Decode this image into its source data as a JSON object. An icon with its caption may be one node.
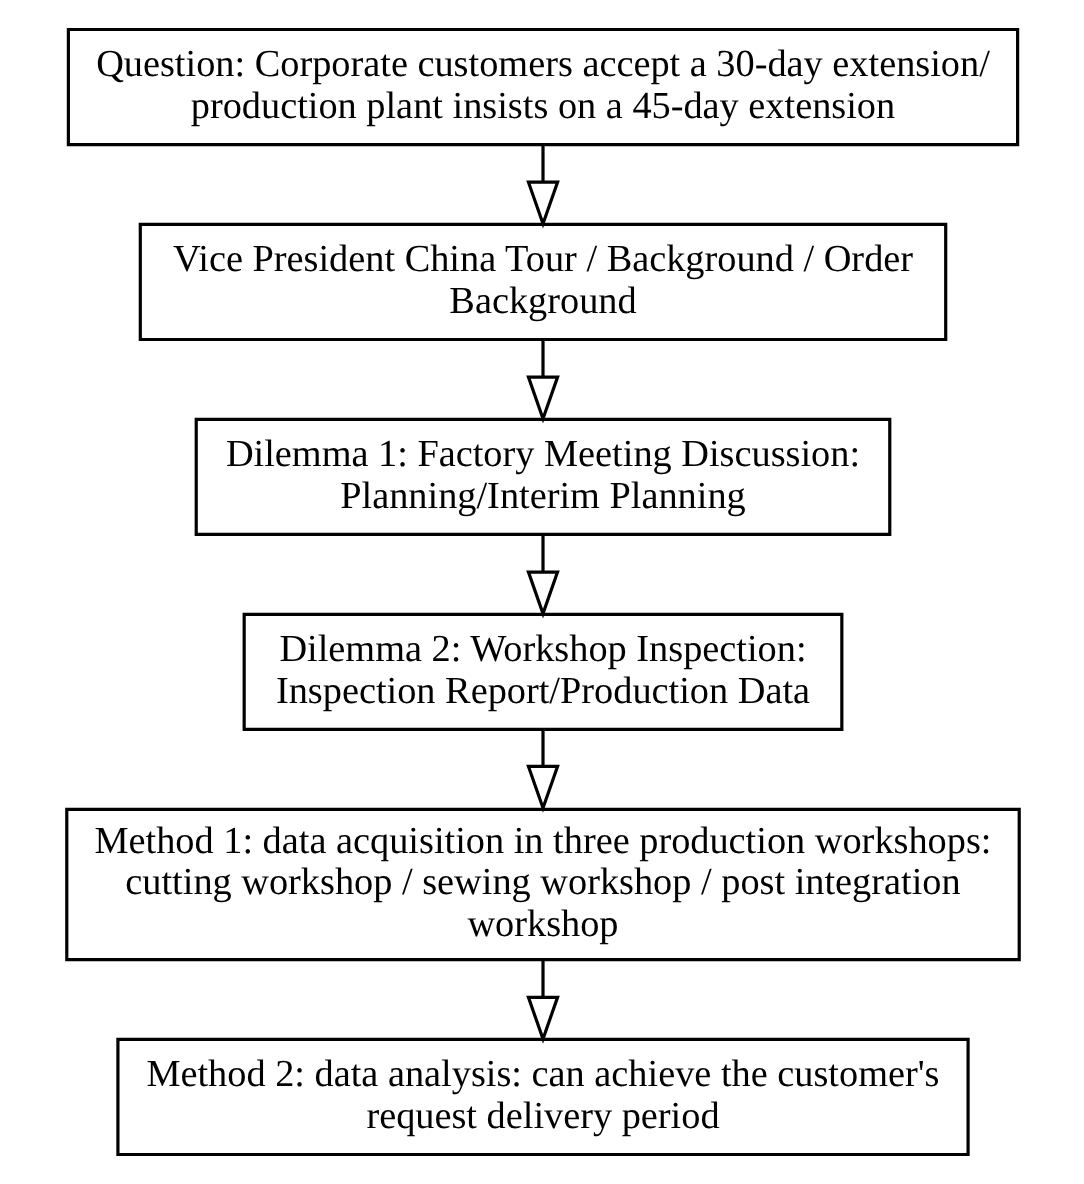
{
  "diagram": {
    "nodes": [
      {
        "text": [
          "Question: Corporate customers accept a 30-day extension/ production plant insists on a 45-day extension"
        ]
      },
      {
        "text": [
          "Vice President China Tour / Background / Order Background"
        ]
      },
      {
        "text": [
          "Dilemma 1: Factory Meeting Discussion: Planning/Interim Planning"
        ]
      },
      {
        "text": [
          "Dilemma 2: Workshop Inspection: Inspection Report/Production Data"
        ]
      },
      {
        "text": [
          "Method 1: data acquisition in three production workshops: cutting workshop / sewing workshop / post integration workshop"
        ]
      },
      {
        "text": [
          "Method 2: data analysis: can achieve the customer's request delivery period"
        ]
      }
    ],
    "edges": [
      {
        "from": 0,
        "to": 1,
        "arrow": "to"
      },
      {
        "from": 1,
        "to": 2,
        "arrow": "to"
      },
      {
        "from": 2,
        "to": 3,
        "arrow": "to"
      },
      {
        "from": 3,
        "to": 4,
        "arrow": "to"
      },
      {
        "from": 4,
        "to": 5,
        "arrow": "to"
      }
    ]
  }
}
